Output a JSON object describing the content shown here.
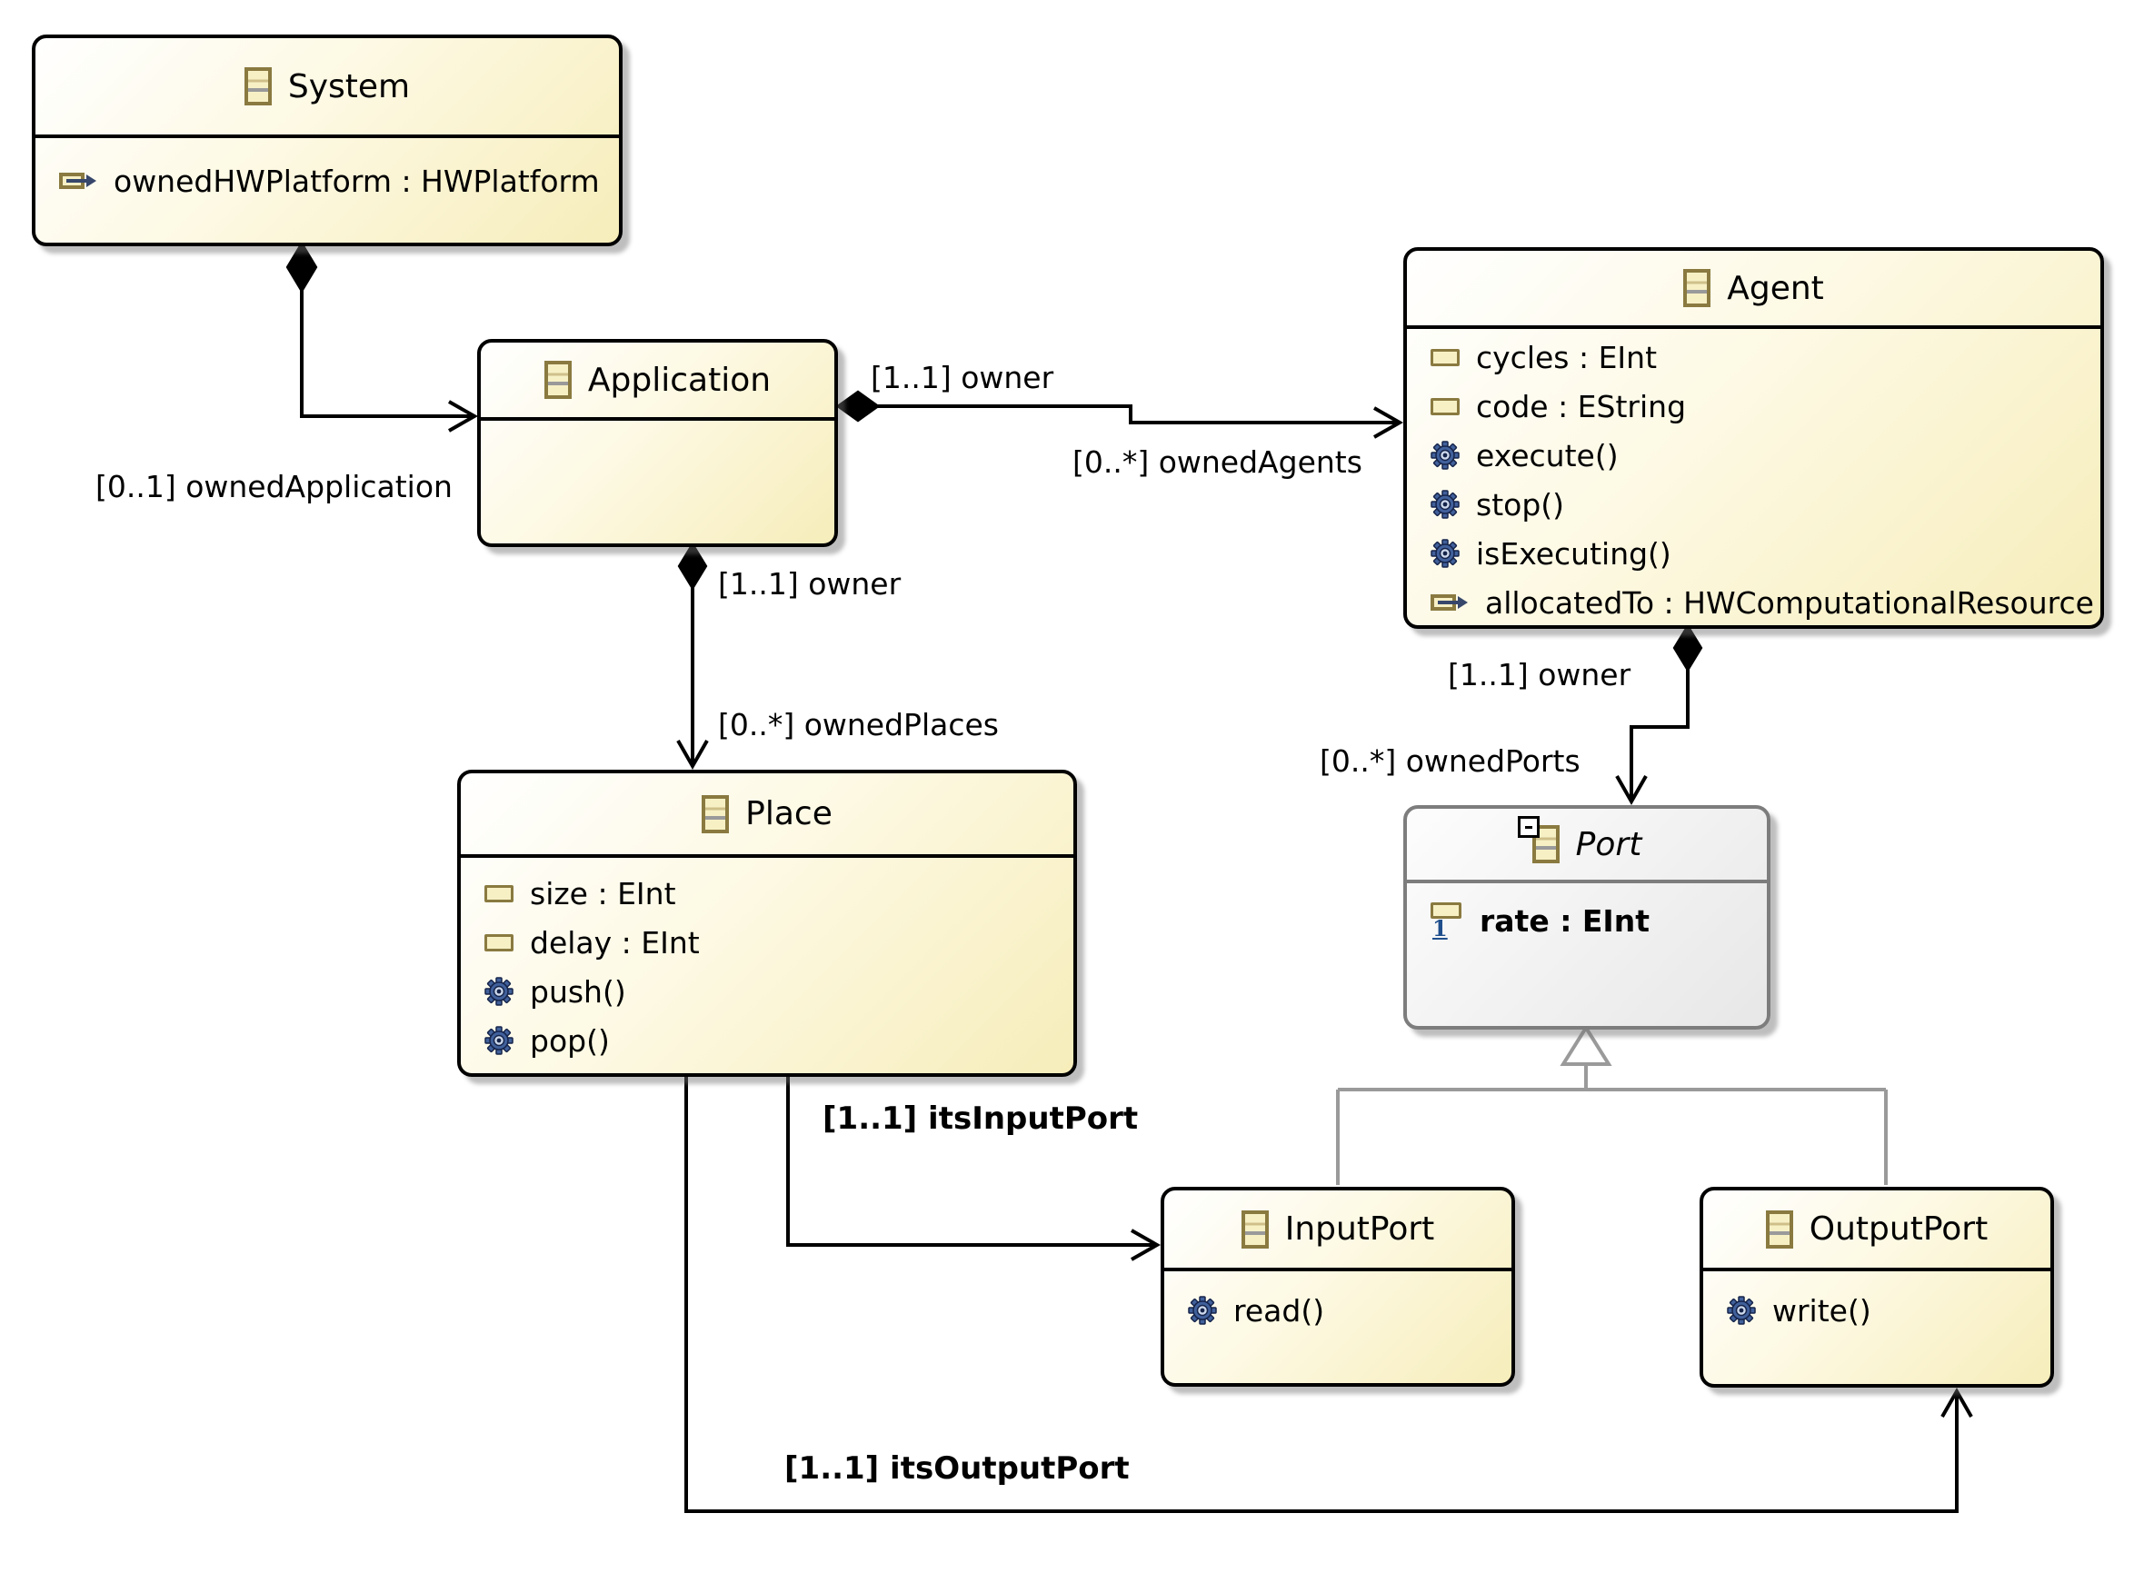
{
  "diagram": {
    "kind": "ecore-class-diagram",
    "classes": {
      "system": {
        "name": "System",
        "abstract": false,
        "members": [
          {
            "kind": "reference",
            "text": "ownedHWPlatform : HWPlatform"
          }
        ]
      },
      "application": {
        "name": "Application",
        "abstract": false,
        "members": []
      },
      "agent": {
        "name": "Agent",
        "abstract": false,
        "members": [
          {
            "kind": "attribute",
            "text": "cycles : EInt"
          },
          {
            "kind": "attribute",
            "text": "code : EString"
          },
          {
            "kind": "operation",
            "text": "execute()"
          },
          {
            "kind": "operation",
            "text": "stop()"
          },
          {
            "kind": "operation",
            "text": "isExecuting()"
          },
          {
            "kind": "reference",
            "text": "allocatedTo : HWComputationalResource"
          }
        ]
      },
      "place": {
        "name": "Place",
        "abstract": false,
        "members": [
          {
            "kind": "attribute",
            "text": "size : EInt"
          },
          {
            "kind": "attribute",
            "text": "delay : EInt"
          },
          {
            "kind": "operation",
            "text": "push()"
          },
          {
            "kind": "operation",
            "text": "pop()"
          }
        ]
      },
      "port": {
        "name": "Port",
        "abstract": true,
        "members": [
          {
            "kind": "id-attribute",
            "text": "rate : EInt"
          }
        ]
      },
      "inputport": {
        "name": "InputPort",
        "abstract": false,
        "members": [
          {
            "kind": "operation",
            "text": "read()"
          }
        ]
      },
      "outputport": {
        "name": "OutputPort",
        "abstract": false,
        "members": [
          {
            "kind": "operation",
            "text": "write()"
          }
        ]
      }
    },
    "edges": {
      "system_application": {
        "type": "containment",
        "target_label": "[0..1] ownedApplication"
      },
      "application_agents": {
        "type": "containment",
        "source_label": "[1..1] owner",
        "target_label": "[0..*] ownedAgents"
      },
      "application_places": {
        "type": "containment",
        "source_label": "[1..1] owner",
        "target_label": "[0..*] ownedPlaces"
      },
      "agent_ports": {
        "type": "containment",
        "source_label": "[1..1] owner",
        "target_label": "[0..*] ownedPorts"
      },
      "place_inputport": {
        "type": "reference",
        "target_label": "[1..1] itsInputPort"
      },
      "place_outputport": {
        "type": "reference",
        "target_label": "[1..1] itsOutputPort"
      },
      "inputport_port_generalization": {
        "type": "generalization"
      },
      "outputport_port_generalization": {
        "type": "generalization"
      }
    },
    "colors": {
      "node_fill_start": "#ffffff",
      "node_fill_end": "#f6edba",
      "node_border": "#000000",
      "abstract_fill_end": "#e7e7e7",
      "abstract_border": "#7d7d7d",
      "generalization_line": "#9a9a9a",
      "edge_line": "#000000",
      "icon_tan_border": "#8a7a40",
      "icon_tan_fill": "#f7f0c5",
      "operation_icon_blue": "#41619c",
      "id_marker_blue": "#1f4e8c"
    }
  }
}
